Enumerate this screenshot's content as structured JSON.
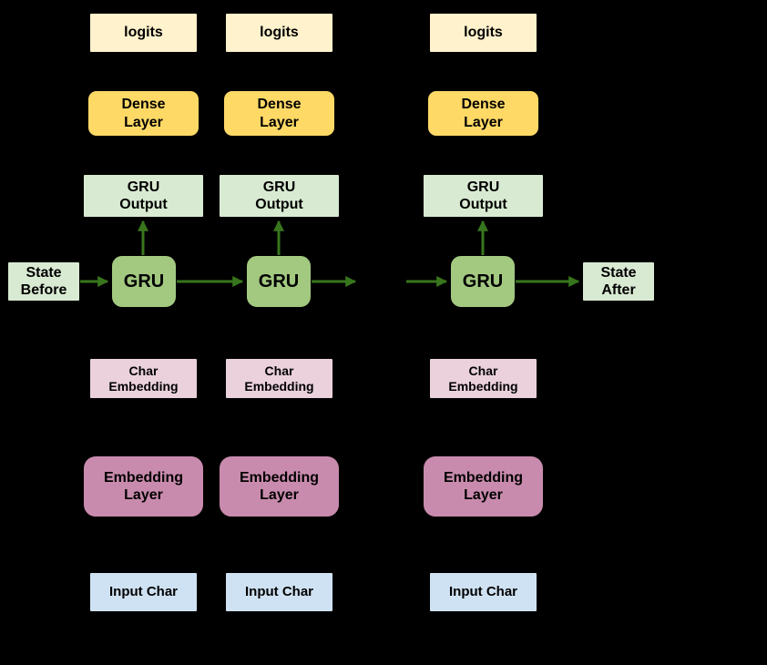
{
  "diagram": {
    "background_color": "#000000",
    "arrow_color": "#38761D",
    "box_colors": {
      "logits": "#FFF2CC",
      "dense_layer": "#FFD966",
      "gru_output": "#D9EAD3",
      "gru": "#A3C981",
      "char_embedding": "#EAD1DC",
      "embedding_layer": "#C98BAD",
      "input_char": "#CFE2F3",
      "state": "#D9EAD3"
    },
    "state_before_label": "State\nBefore",
    "state_after_label": "State\nAfter",
    "columns": [
      {
        "logits_label": "logits",
        "dense_layer_label": "Dense\nLayer",
        "gru_output_label": "GRU\nOutput",
        "gru_label": "GRU",
        "char_embedding_label": "Char\nEmbedding",
        "embedding_layer_label": "Embedding\nLayer",
        "input_char_label": "Input Char"
      },
      {
        "logits_label": "logits",
        "dense_layer_label": "Dense\nLayer",
        "gru_output_label": "GRU\nOutput",
        "gru_label": "GRU",
        "char_embedding_label": "Char\nEmbedding",
        "embedding_layer_label": "Embedding\nLayer",
        "input_char_label": "Input Char"
      },
      {
        "logits_label": "logits",
        "dense_layer_label": "Dense\nLayer",
        "gru_output_label": "GRU\nOutput",
        "gru_label": "GRU",
        "char_embedding_label": "Char\nEmbedding",
        "embedding_layer_label": "Embedding\nLayer",
        "input_char_label": "Input Char"
      }
    ]
  }
}
